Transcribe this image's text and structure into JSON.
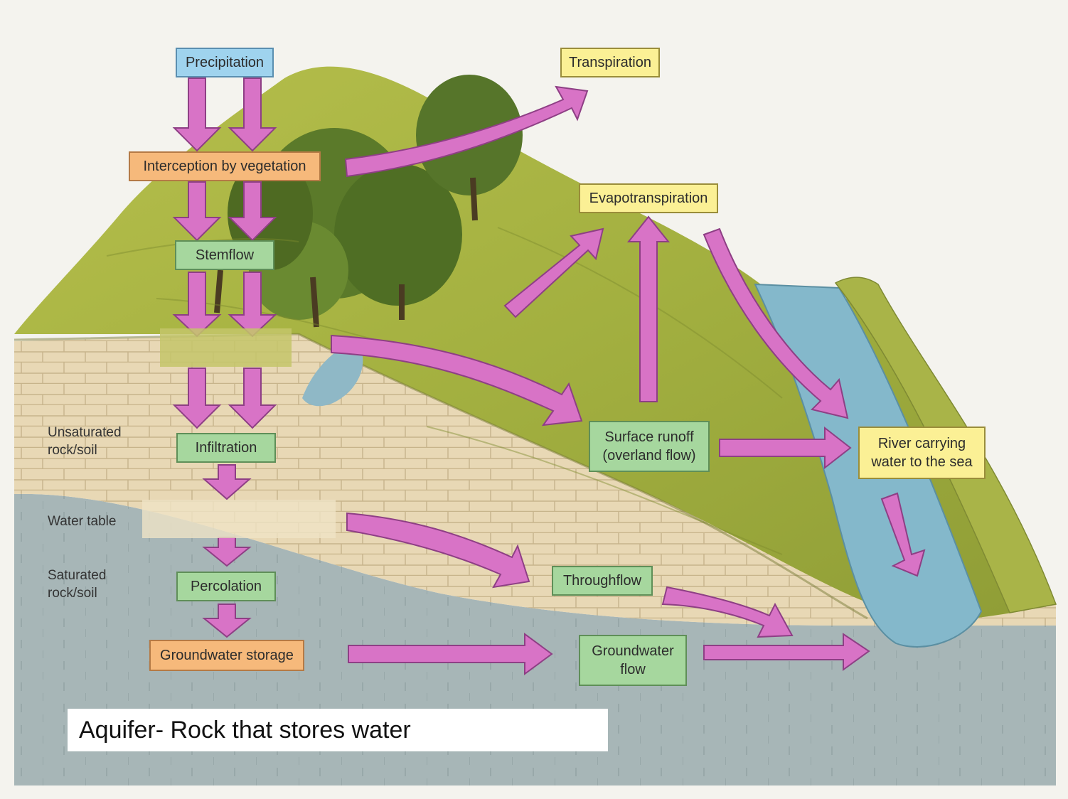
{
  "labels": {
    "precipitation": "Precipitation",
    "transpiration": "Transpiration",
    "interception": "Interception by vegetation",
    "evapotranspiration": "Evapotranspiration",
    "stemflow": "Stemflow",
    "surface_runoff": "Surface runoff\n(overland flow)",
    "river": "River carrying\nwater to the sea",
    "infiltration": "Infiltration",
    "throughflow": "Throughflow",
    "percolation": "Percolation",
    "groundwater_storage": "Groundwater storage",
    "groundwater_flow": "Groundwater\nflow"
  },
  "side_labels": {
    "unsaturated": "Unsaturated\nrock/soil",
    "water_table": "Water table",
    "saturated": "Saturated\nrock/soil"
  },
  "caption": "Aquifer- Rock that stores water",
  "colors": {
    "arrow": "#d873c6",
    "arrow_edge": "#8e3f85",
    "grass": "#a7b443",
    "rock": "#e6d6b2",
    "groundwater": "#9fb1b5",
    "river": "#80b7cc",
    "tree": "#5b7a2a"
  }
}
